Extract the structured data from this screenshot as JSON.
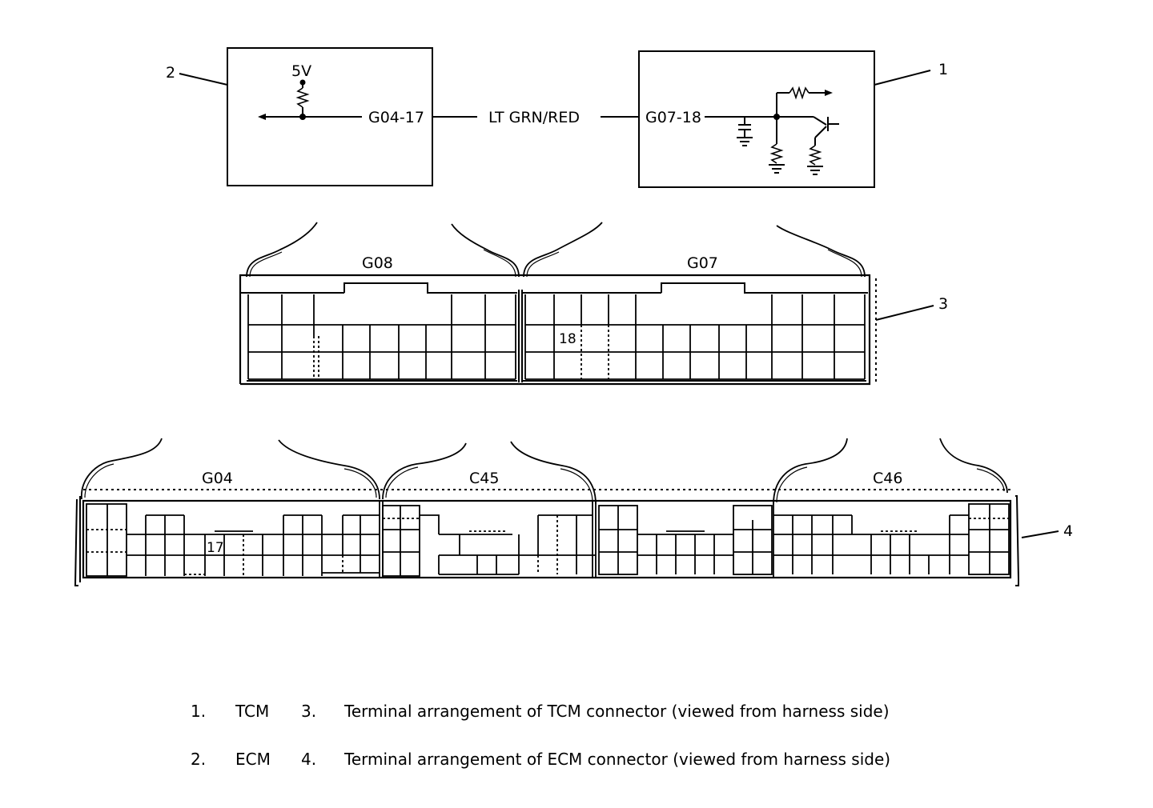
{
  "callouts": {
    "tcm": "1",
    "ecm": "2",
    "tcm_connector": "3",
    "ecm_connector": "4"
  },
  "circuit": {
    "ecm_supply": "5V",
    "ecm_terminal": "G04-17",
    "wire": "LT GRN/RED",
    "tcm_terminal": "G07-18"
  },
  "tcm_connector": {
    "left_label": "G08",
    "right_label": "G07",
    "pin_label": "18"
  },
  "ecm_connector": {
    "labels": [
      "G04",
      "C45",
      "C46"
    ],
    "pin_label": "17"
  },
  "legend": [
    {
      "num1": "1.",
      "name": "TCM",
      "num2": "3.",
      "desc": "Terminal arrangement of TCM connector (viewed from harness side)"
    },
    {
      "num1": "2.",
      "name": "ECM",
      "num2": "4.",
      "desc": "Terminal arrangement of ECM connector (viewed from harness side)"
    }
  ]
}
